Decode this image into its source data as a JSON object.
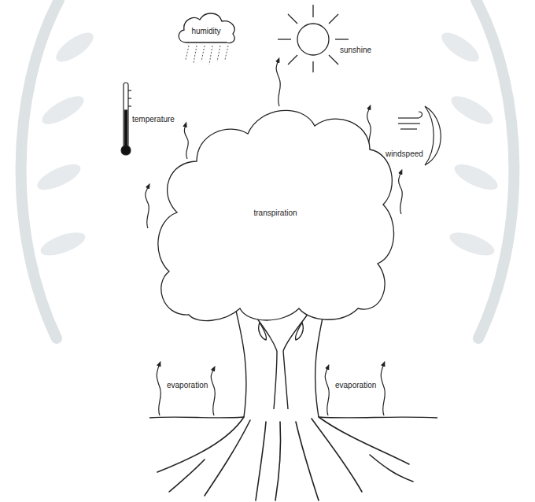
{
  "diagram": {
    "nodes": [
      {
        "text": [
          "humidity"
        ]
      },
      {
        "text": [
          "transpiration"
        ]
      }
    ],
    "labels": [
      "sunshine",
      "temperature",
      "windspeed",
      "evaporation",
      "evaporation"
    ]
  }
}
